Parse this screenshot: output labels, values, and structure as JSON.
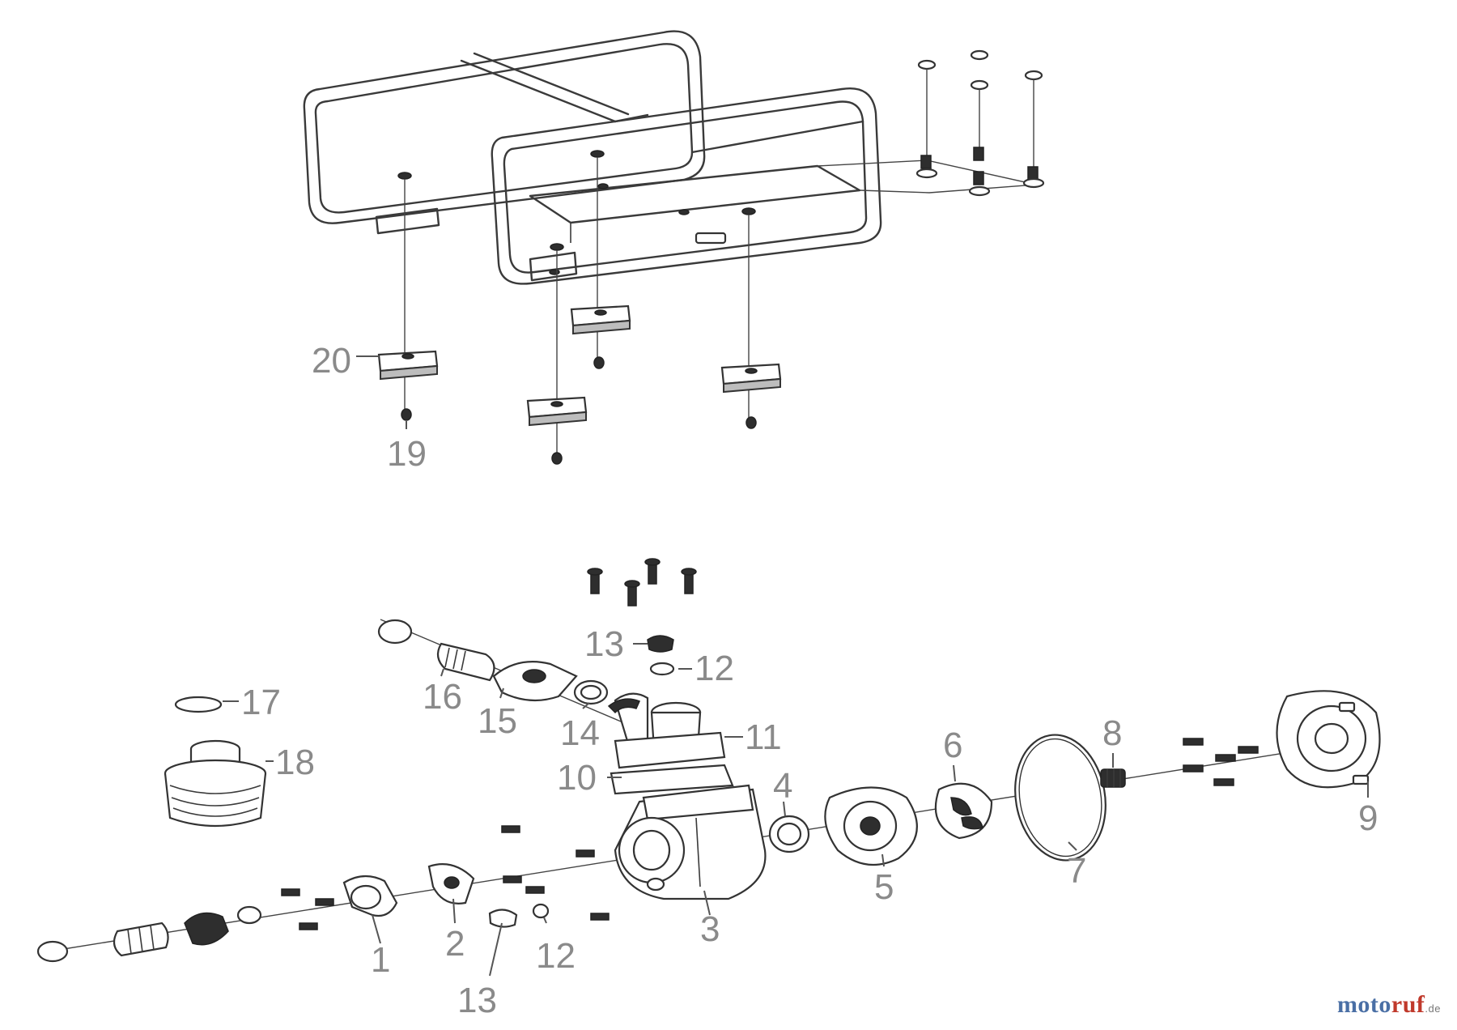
{
  "labels": {
    "p1": "1",
    "p2": "2",
    "p3": "3",
    "p4": "4",
    "p5": "5",
    "p6": "6",
    "p7": "7",
    "p8": "8",
    "p9": "9",
    "p10": "10",
    "p11": "11",
    "p12a": "12",
    "p12b": "12",
    "p13a": "13",
    "p13b": "13",
    "p14": "14",
    "p15": "15",
    "p16": "16",
    "p17": "17",
    "p18": "18",
    "p19": "19",
    "p20": "20"
  },
  "brand": {
    "part1": "moto",
    "part2": "ruf",
    "tld": ".de"
  },
  "colors": {
    "brand_blue": "#4a6fa5",
    "brand_red": "#c0392b",
    "label_gray": "#8a8a8a"
  }
}
